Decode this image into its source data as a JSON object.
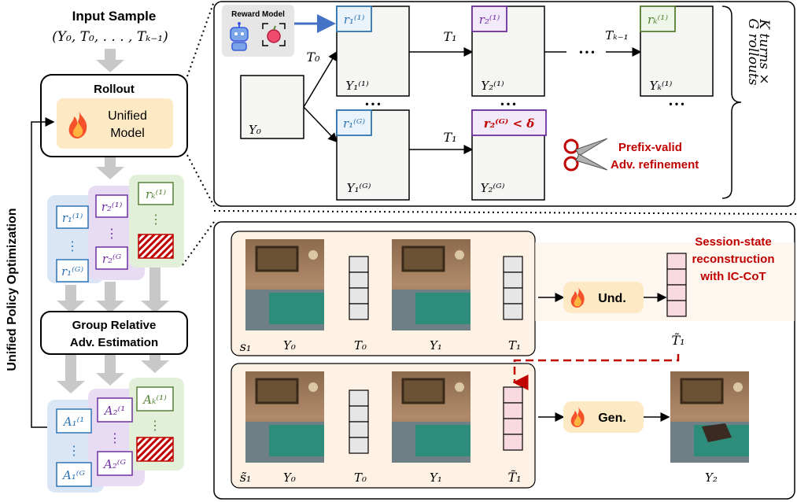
{
  "left": {
    "input_title": "Input Sample",
    "input_seq": "(Y₀, T₀, . . . , Tₖ₋₁)",
    "rollout_title": "Rollout",
    "model_line1": "Unified",
    "model_line2": "Model",
    "upo_label": "Unified Policy Optimization",
    "grae_line1": "Group Relative",
    "grae_line2": "Adv. Estimation",
    "rewards": {
      "b1": "r₁⁽¹⁾",
      "b2": "r₁⁽ᴳ⁾",
      "p1": "r₂⁽¹⁾",
      "p2": "r₂⁽ᴳ",
      "g1": "rₖ⁽¹⁾"
    },
    "advs": {
      "b1": "A₁⁽¹",
      "b2": "A₁⁽ᴳ",
      "p1": "A₂⁽¹",
      "p2": "A₂⁽ᴳ",
      "g1": "Aₖ⁽¹⁾"
    },
    "dots": "⋮"
  },
  "top": {
    "reward_model_label": "Reward Model",
    "y0": "Y₀",
    "t0": "T₀",
    "t1a": "T₁",
    "t1b": "T₁",
    "tk1": "Tₖ₋₁",
    "r11": "r₁⁽¹⁾",
    "r21": "r₂⁽¹⁾",
    "rk1": "rₖ⁽¹⁾",
    "r1g": "r₁⁽ᴳ⁾",
    "r2g": "r₂⁽ᴳ⁾ < δ",
    "y11": "Y₁⁽¹⁾",
    "y21": "Y₂⁽¹⁾",
    "yk1": "Yₖ⁽¹⁾",
    "y1g": "Y₁⁽ᴳ⁾",
    "y2g": "Y₂⁽ᴳ⁾",
    "prefix_line1": "Prefix-valid",
    "prefix_line2": "Adv. refinement",
    "side_line1": "K turns ×",
    "side_line2": "G rollouts",
    "dots": "• • •"
  },
  "bottom": {
    "session_line1": "Session-state",
    "session_line2": "reconstruction",
    "session_line3": "with IC-CoT",
    "und_label": "Und.",
    "gen_label": "Gen.",
    "s1": "s₁",
    "s1t": "s̃₁",
    "y0a": "Y₀",
    "t0a": "T₀",
    "y1a": "Y₁",
    "t1a": "T₁",
    "t1tilde_top": "T̃₁",
    "y0b": "Y₀",
    "t0b": "T₀",
    "y1b": "Y₁",
    "t1tilde_bot": "T̃₁",
    "y2": "Y₂"
  },
  "colors": {
    "blue": "#2e75b6",
    "purple": "#7030a0",
    "green": "#548235",
    "red": "#c00000",
    "orange_fill": "#fde9c3"
  }
}
